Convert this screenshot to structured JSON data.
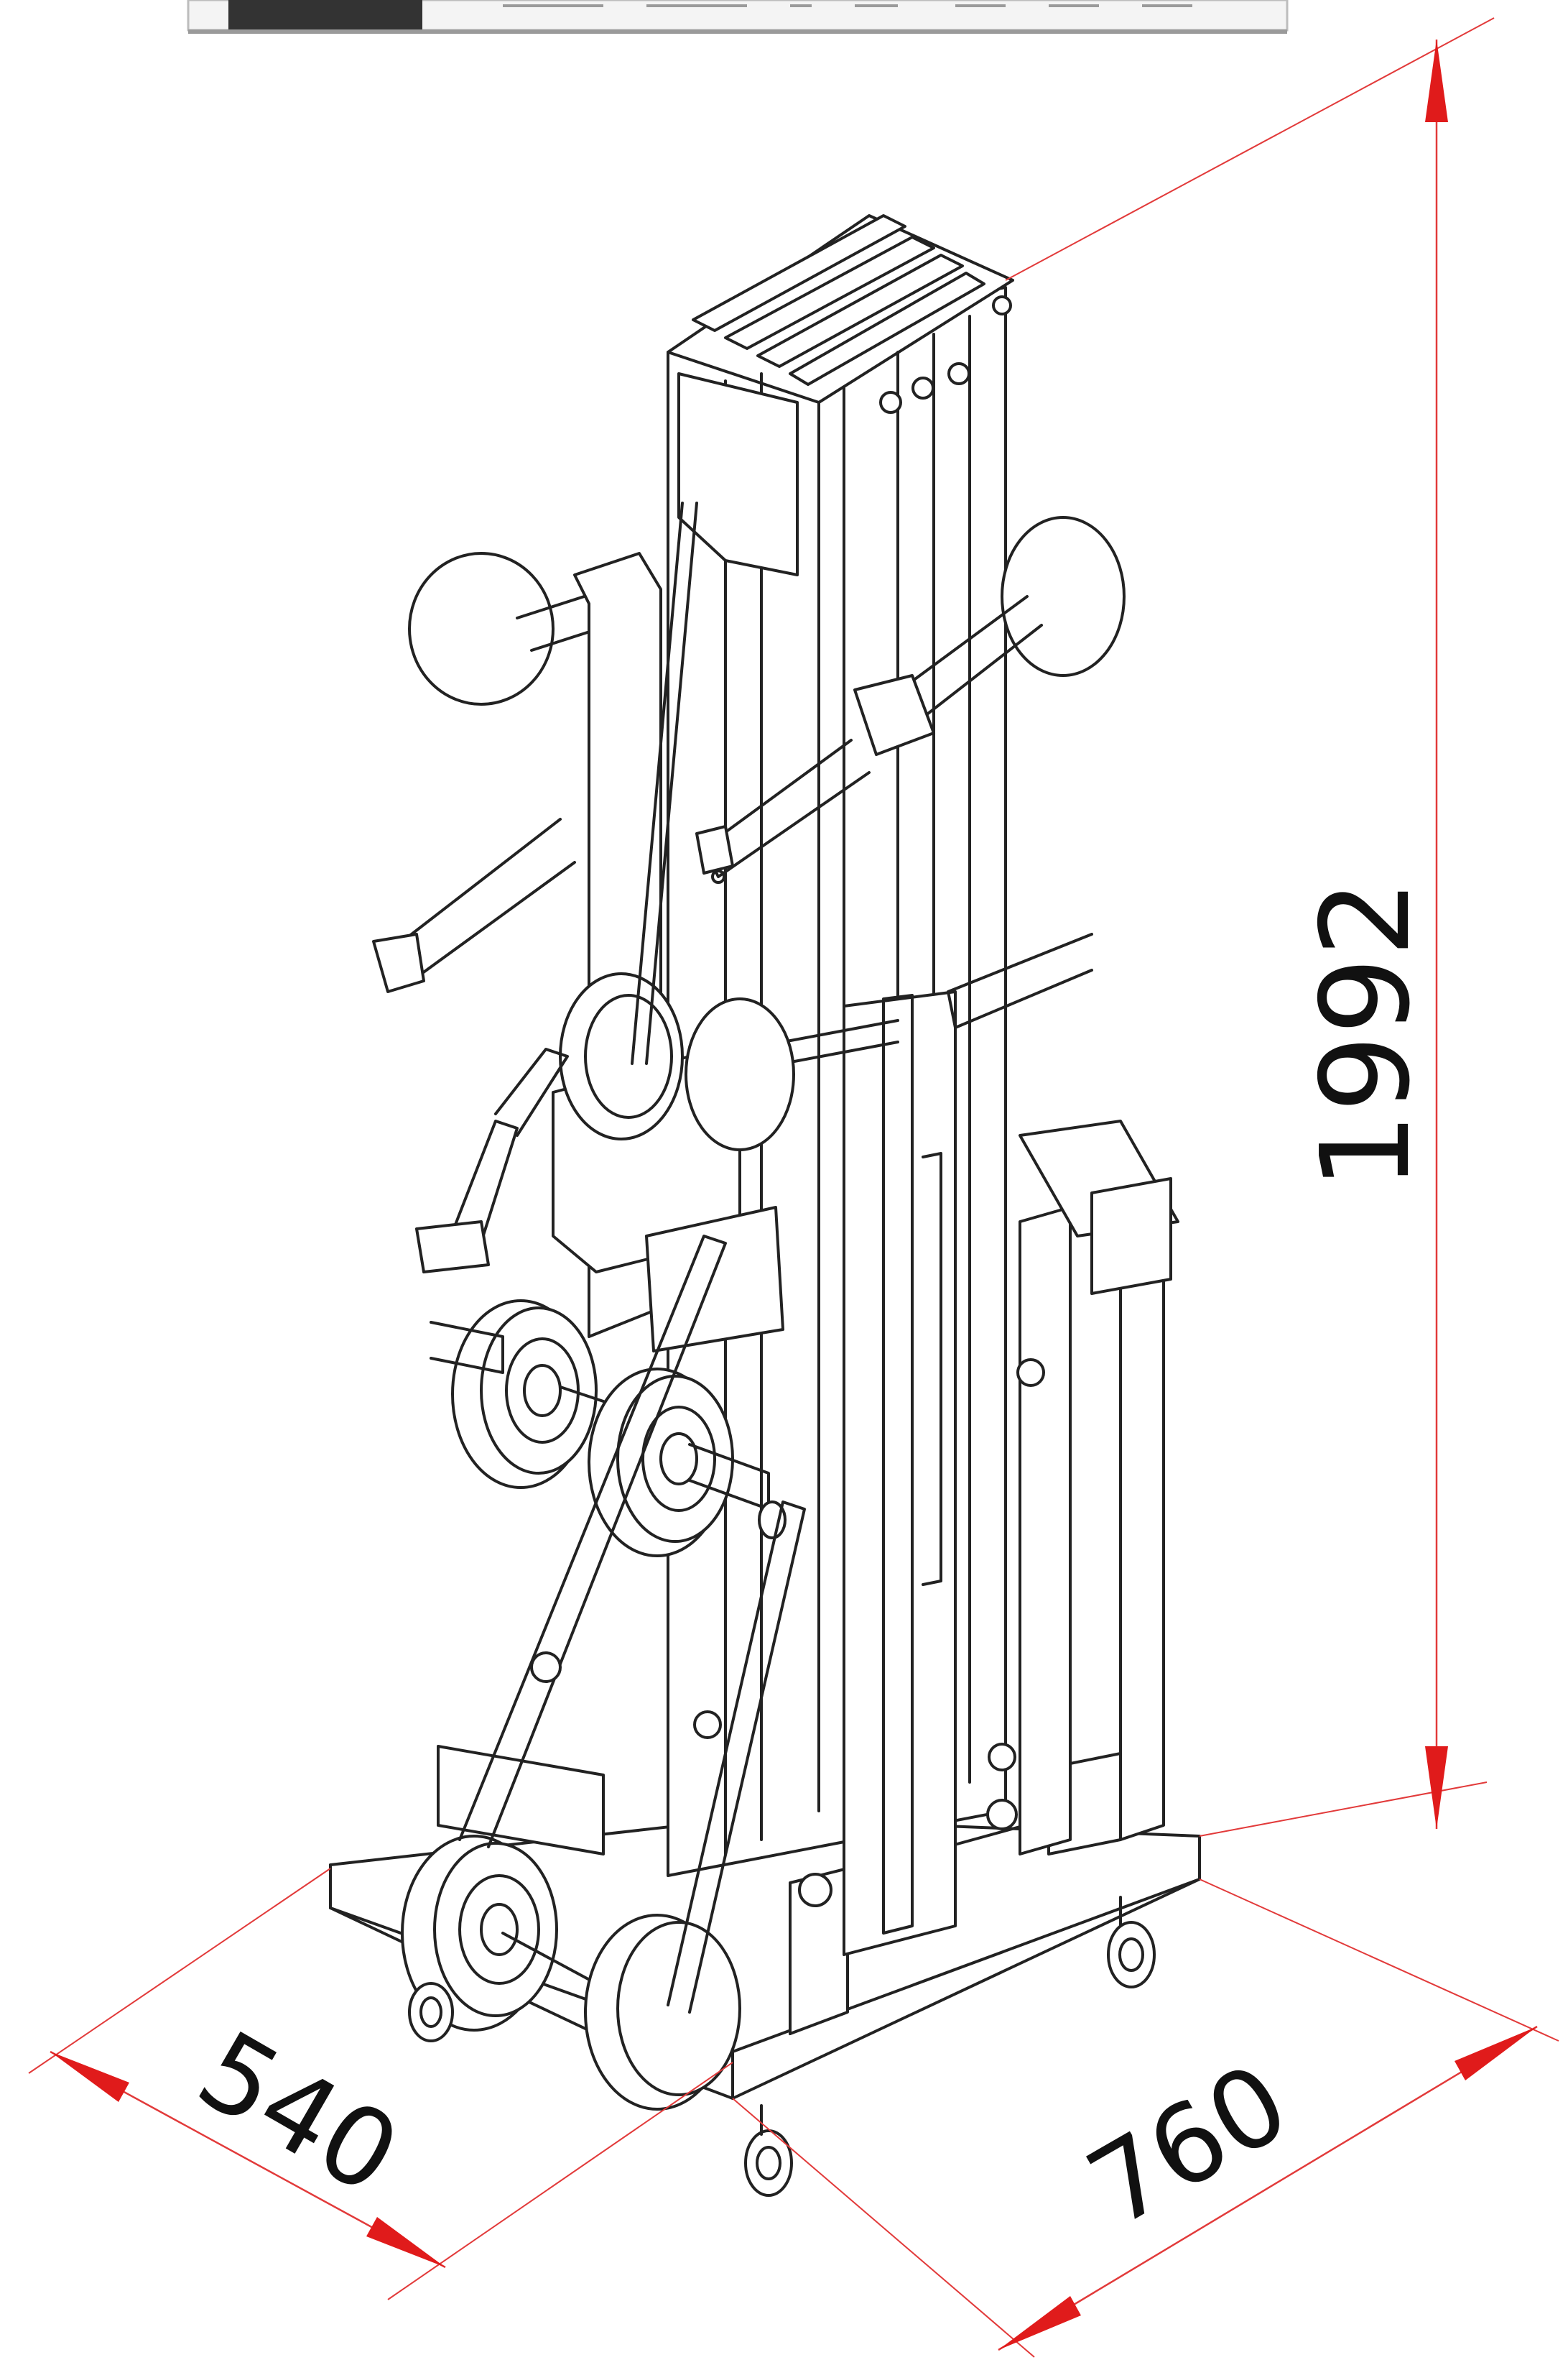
{
  "colors": {
    "dimension": "#e23a3a",
    "arrow": "#e01b1b",
    "line_art": "#222222",
    "header_dark": "#333333",
    "background": "#ffffff"
  },
  "dimensions": {
    "height": "1992",
    "depth": "540",
    "width": "760"
  }
}
